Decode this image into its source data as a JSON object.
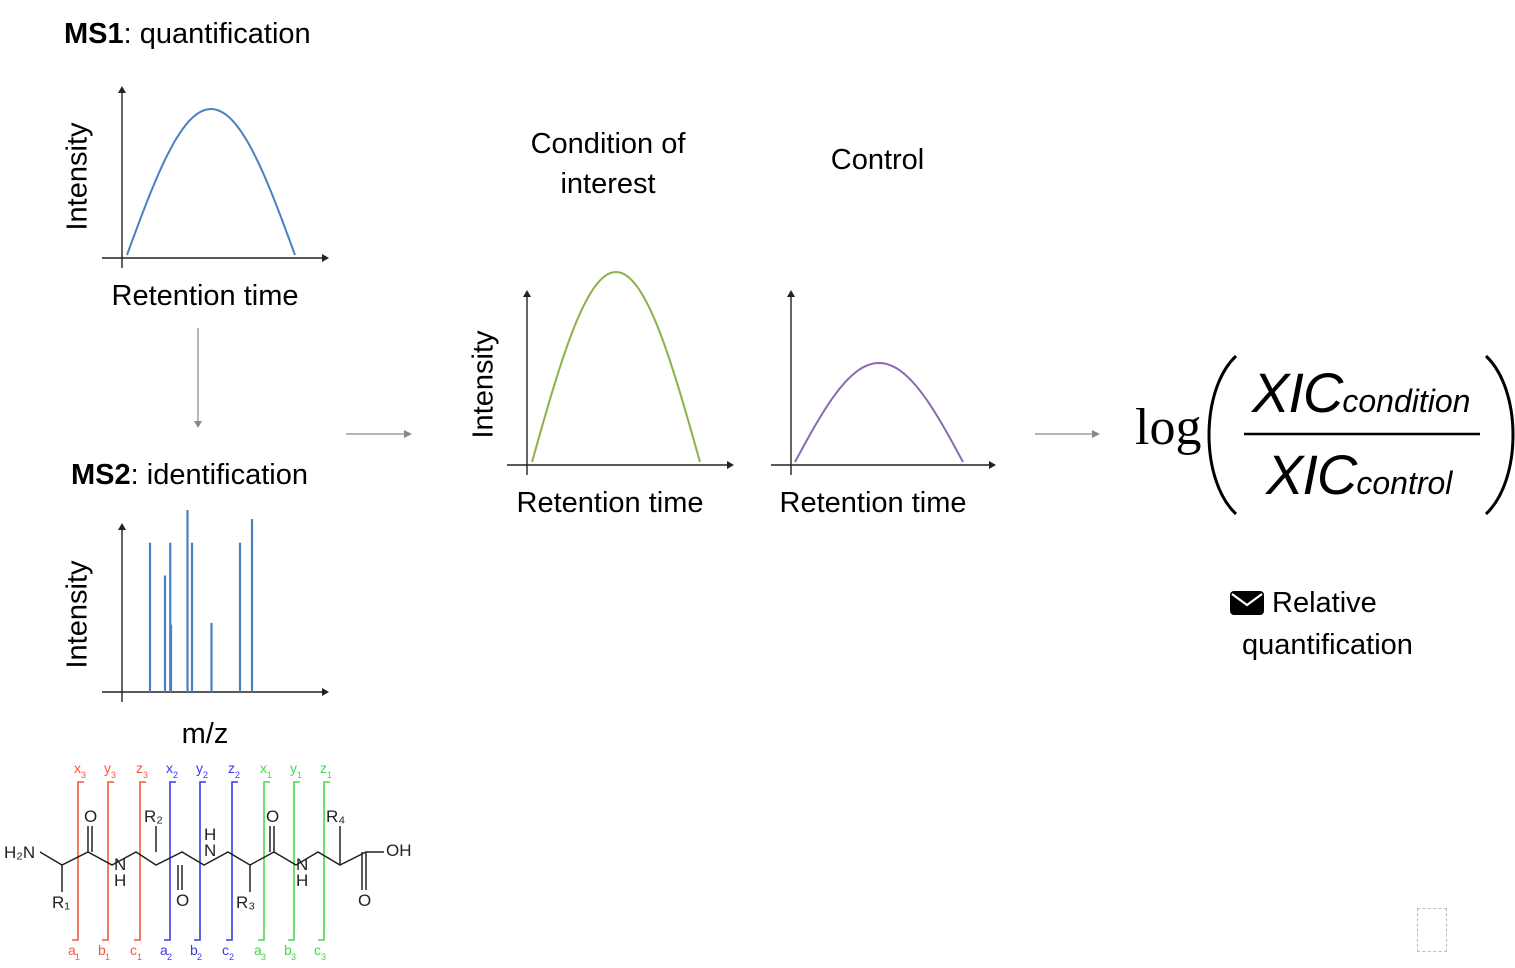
{
  "ms1": {
    "title_bold": "MS1",
    "title_rest": ": quantification",
    "ylabel": "Intensity",
    "xlabel": "Retention time",
    "peak": {
      "color": "#4a7fc1",
      "x": [
        0,
        0.5,
        1
      ],
      "y": [
        0,
        1,
        0
      ]
    }
  },
  "ms2": {
    "title_bold": "MS2",
    "title_rest": ": identification",
    "ylabel": "Intensity",
    "xlabel": "m/z",
    "color": "#4a7fc1",
    "peaks": [
      {
        "x": 0.12,
        "h": 0.82
      },
      {
        "x": 0.22,
        "h": 0.64
      },
      {
        "x": 0.255,
        "h": 0.82
      },
      {
        "x": 0.26,
        "h": 0.37
      },
      {
        "x": 0.37,
        "h": 1.0
      },
      {
        "x": 0.4,
        "h": 0.82
      },
      {
        "x": 0.53,
        "h": 0.38
      },
      {
        "x": 0.72,
        "h": 0.82
      },
      {
        "x": 0.8,
        "h": 0.95
      }
    ]
  },
  "condition": {
    "label_line1": "Condition of",
    "label_line2": "interest",
    "ylabel": "Intensity",
    "xlabel": "Retention time",
    "color": "#8cb04a",
    "peak_height": 1.0
  },
  "control": {
    "label": "Control",
    "xlabel": "Retention time",
    "color": "#8a6bb3",
    "peak_height": 0.55
  },
  "formula": {
    "log": "log",
    "numerator_main": "XIC",
    "numerator_sub": "condition",
    "denominator_main": "XIC",
    "denominator_sub": "control"
  },
  "note": {
    "icon": "envelope-icon",
    "line1": "Relative",
    "line2": "quantification"
  },
  "peptide": {
    "top_labels": [
      {
        "t": "x",
        "n": "3",
        "c": "#f15a3a"
      },
      {
        "t": "y",
        "n": "3",
        "c": "#f15a3a"
      },
      {
        "t": "z",
        "n": "3",
        "c": "#f15a3a"
      },
      {
        "t": "x",
        "n": "2",
        "c": "#3a3ae8"
      },
      {
        "t": "y",
        "n": "2",
        "c": "#3a3ae8"
      },
      {
        "t": "z",
        "n": "2",
        "c": "#3a3ae8"
      },
      {
        "t": "x",
        "n": "1",
        "c": "#4bd64b"
      },
      {
        "t": "y",
        "n": "1",
        "c": "#4bd64b"
      },
      {
        "t": "z",
        "n": "1",
        "c": "#4bd64b"
      }
    ],
    "bottom_labels": [
      {
        "t": "a",
        "n": "1",
        "c": "#f15a3a"
      },
      {
        "t": "b",
        "n": "1",
        "c": "#f15a3a"
      },
      {
        "t": "c",
        "n": "1",
        "c": "#f15a3a"
      },
      {
        "t": "a",
        "n": "2",
        "c": "#3a3ae8"
      },
      {
        "t": "b",
        "n": "2",
        "c": "#3a3ae8"
      },
      {
        "t": "c",
        "n": "2",
        "c": "#3a3ae8"
      },
      {
        "t": "a",
        "n": "3",
        "c": "#4bd64b"
      },
      {
        "t": "b",
        "n": "3",
        "c": "#4bd64b"
      },
      {
        "t": "c",
        "n": "3",
        "c": "#4bd64b"
      }
    ],
    "n_term": "H₂N",
    "c_term": "OH",
    "r1": "R₁",
    "r2": "R₂",
    "r3": "R₃",
    "r4": "R₄",
    "o": "O",
    "n": "N",
    "h": "H"
  }
}
